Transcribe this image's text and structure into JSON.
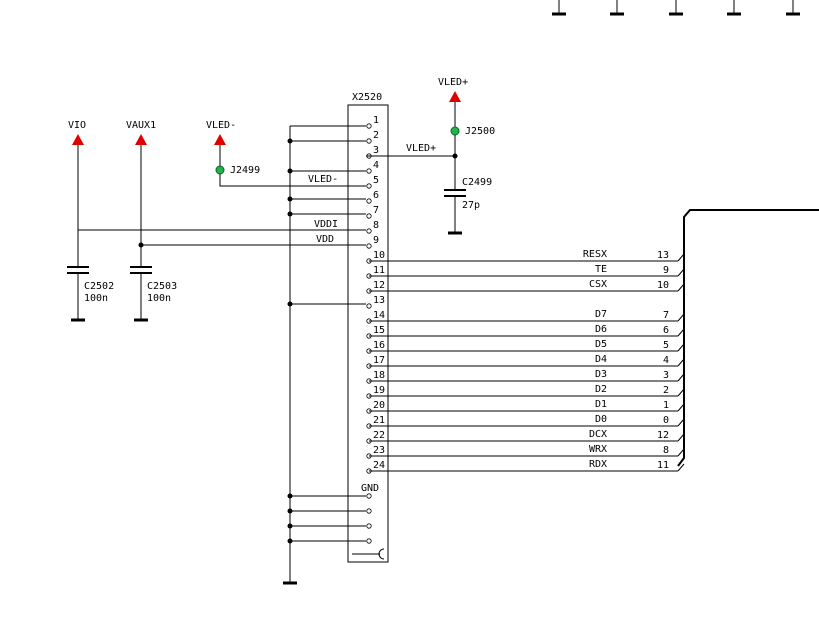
{
  "connector": {
    "ref": "X2520",
    "pins": [
      "1",
      "2",
      "3",
      "4",
      "5",
      "6",
      "7",
      "8",
      "9",
      "10",
      "11",
      "12",
      "13",
      "14",
      "15",
      "16",
      "17",
      "18",
      "19",
      "20",
      "21",
      "22",
      "23",
      "24"
    ],
    "gnd_label": "GND"
  },
  "power": {
    "vio": "VIO",
    "vaux1": "VAUX1",
    "vled_minus": "VLED-",
    "vled_plus": "VLED+"
  },
  "jumpers": {
    "j2499": "J2499",
    "j2500": "J2500"
  },
  "capacitors": {
    "c2499": {
      "ref": "C2499",
      "value": "27p"
    },
    "c2502": {
      "ref": "C2502",
      "value": "100n"
    },
    "c2503": {
      "ref": "C2503",
      "value": "100n"
    }
  },
  "nets": {
    "vled_plus": "VLED+",
    "vled_minus": "VLED-",
    "vddi": "VDDI",
    "vdd": "VDD"
  },
  "signals": [
    {
      "name": "RESX",
      "pin": "10",
      "bus_index": "13"
    },
    {
      "name": "TE",
      "pin": "11",
      "bus_index": "9"
    },
    {
      "name": "CSX",
      "pin": "12",
      "bus_index": "10"
    },
    {
      "name": "D7",
      "pin": "14",
      "bus_index": "7"
    },
    {
      "name": "D6",
      "pin": "15",
      "bus_index": "6"
    },
    {
      "name": "D5",
      "pin": "16",
      "bus_index": "5"
    },
    {
      "name": "D4",
      "pin": "17",
      "bus_index": "4"
    },
    {
      "name": "D3",
      "pin": "18",
      "bus_index": "3"
    },
    {
      "name": "D2",
      "pin": "19",
      "bus_index": "2"
    },
    {
      "name": "D1",
      "pin": "20",
      "bus_index": "1"
    },
    {
      "name": "D0",
      "pin": "21",
      "bus_index": "0"
    },
    {
      "name": "DCX",
      "pin": "22",
      "bus_index": "12"
    },
    {
      "name": "WRX",
      "pin": "23",
      "bus_index": "8"
    },
    {
      "name": "RDX",
      "pin": "24",
      "bus_index": "11"
    }
  ],
  "colors": {
    "power_flag": "#e00000",
    "jumper": "#22b14c",
    "wire": "#000000"
  }
}
